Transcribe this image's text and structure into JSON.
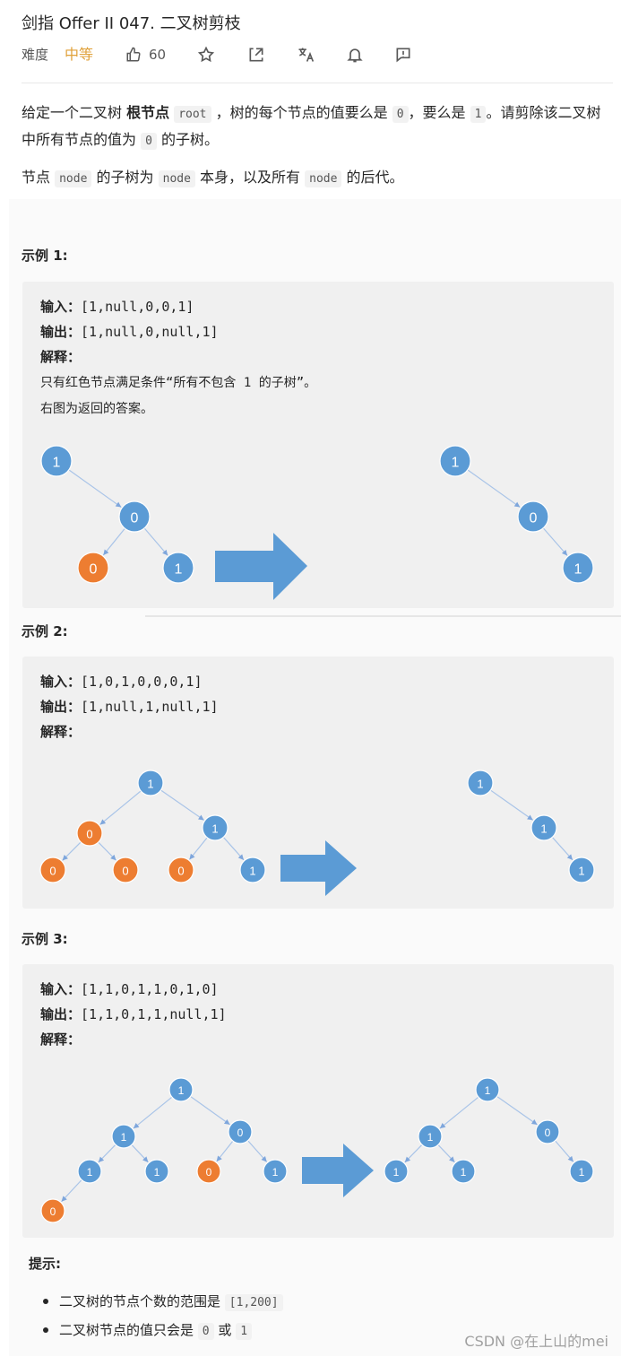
{
  "header": {
    "title": "剑指 Offer II 047. 二叉树剪枝",
    "difficulty_label": "难度",
    "difficulty_value": "中等",
    "likes": "60"
  },
  "description": {
    "p1": [
      "给定一个二叉树 ",
      "根节点",
      "root",
      "，树的每个节点的值要么是",
      "0",
      "，要么是",
      "1",
      "。请剪除该二叉树中所有节点的值为",
      "0",
      "的子树。"
    ],
    "p2": [
      "节点",
      "node",
      "的子树为",
      "node",
      "本身，以及所有",
      "node",
      "的后代。"
    ]
  },
  "examples": [
    {
      "heading": "示例 1:",
      "input_label": "输入：",
      "input": "[1,null,0,0,1]",
      "output_label": "输出：",
      "output": "[1,null,0,null,1]",
      "explain_label": "解释：",
      "explain_lines": [
        "只有红色节点满足条件“所有不包含 1 的子树”。",
        "右图为返回的答案。"
      ]
    },
    {
      "heading": "示例 2:",
      "input_label": "输入：",
      "input": "[1,0,1,0,0,0,1]",
      "output_label": "输出：",
      "output": "[1,null,1,null,1]",
      "explain_label": "解释："
    },
    {
      "heading": "示例 3:",
      "input_label": "输入：",
      "input": "[1,1,0,1,1,0,1,0]",
      "output_label": "输出：",
      "output": "[1,1,0,1,1,null,1]",
      "explain_label": "解释："
    }
  ],
  "hints": {
    "title": "提示:",
    "items": [
      {
        "text": "二叉树的节点个数的范围是",
        "code": "[1,200]"
      },
      {
        "text": "二叉树节点的值只会是",
        "code": "0",
        "mid": "或",
        "code2": "1"
      }
    ]
  },
  "watermark": "CSDN @在上山的mei",
  "colors": {
    "blue_node": "#5b9bd5",
    "orange_node": "#ed7d31",
    "arrow": "#5b9bd5",
    "difficulty": "#e0a13a"
  },
  "trees": {
    "ex1_left": [
      {
        "id": "a",
        "v": "1",
        "c": "b"
      },
      {
        "id": "b",
        "v": "0",
        "c": "b"
      },
      {
        "id": "c",
        "v": "0",
        "c": "o"
      },
      {
        "id": "d",
        "v": "1",
        "c": "b"
      }
    ],
    "ex1_right": [
      {
        "id": "a",
        "v": "1",
        "c": "b"
      },
      {
        "id": "b",
        "v": "0",
        "c": "b"
      },
      {
        "id": "d",
        "v": "1",
        "c": "b"
      }
    ],
    "ex2_left": [
      {
        "id": "r",
        "v": "1",
        "c": "b"
      },
      {
        "id": "l",
        "v": "0",
        "c": "o"
      },
      {
        "id": "rr",
        "v": "1",
        "c": "b"
      },
      {
        "id": "ll",
        "v": "0",
        "c": "o"
      },
      {
        "id": "lr",
        "v": "0",
        "c": "o"
      },
      {
        "id": "rl",
        "v": "0",
        "c": "o"
      },
      {
        "id": "rrr",
        "v": "1",
        "c": "b"
      }
    ],
    "ex2_right": [
      {
        "id": "r",
        "v": "1",
        "c": "b"
      },
      {
        "id": "rr",
        "v": "1",
        "c": "b"
      },
      {
        "id": "rrr",
        "v": "1",
        "c": "b"
      }
    ],
    "ex3_left": [
      {
        "id": "r",
        "v": "1",
        "c": "b"
      },
      {
        "id": "l",
        "v": "1",
        "c": "b"
      },
      {
        "id": "rr",
        "v": "0",
        "c": "b"
      },
      {
        "id": "ll",
        "v": "1",
        "c": "b"
      },
      {
        "id": "lr",
        "v": "1",
        "c": "b"
      },
      {
        "id": "rl",
        "v": "0",
        "c": "o"
      },
      {
        "id": "rrr",
        "v": "1",
        "c": "b"
      },
      {
        "id": "lll",
        "v": "0",
        "c": "o"
      }
    ],
    "ex3_right": [
      {
        "id": "r",
        "v": "1",
        "c": "b"
      },
      {
        "id": "l",
        "v": "1",
        "c": "b"
      },
      {
        "id": "rr",
        "v": "0",
        "c": "b"
      },
      {
        "id": "ll",
        "v": "1",
        "c": "b"
      },
      {
        "id": "lr",
        "v": "1",
        "c": "b"
      },
      {
        "id": "rrr",
        "v": "1",
        "c": "b"
      }
    ]
  }
}
